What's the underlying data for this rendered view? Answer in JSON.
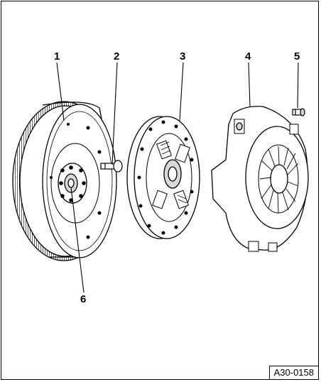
{
  "diagram": {
    "callouts": [
      {
        "id": "1",
        "label": "1"
      },
      {
        "id": "2",
        "label": "2"
      },
      {
        "id": "3",
        "label": "3"
      },
      {
        "id": "4",
        "label": "4"
      },
      {
        "id": "5",
        "label": "5"
      },
      {
        "id": "6",
        "label": "6"
      }
    ],
    "reference_code": "A30-0158",
    "colors": {
      "line": "#000000",
      "background": "#ffffff",
      "shade": "#d8d8d8"
    }
  }
}
